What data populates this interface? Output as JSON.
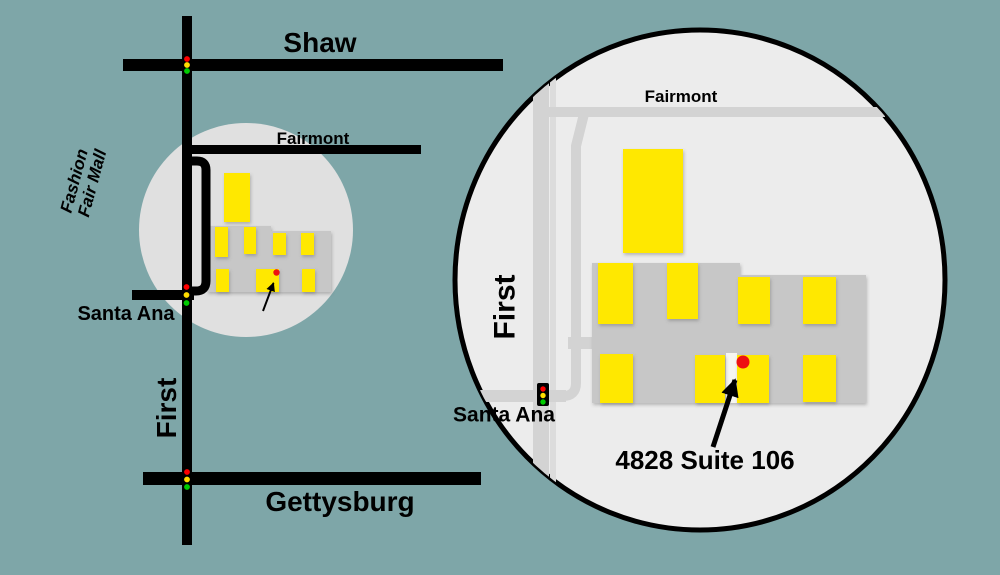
{
  "colors": {
    "background": "#7ea6a8",
    "road_black": "#000000",
    "overview_circle_gray": "#e0e0e0",
    "detail_circle_fill": "#ececec",
    "street_gray": "#d3d3d3",
    "street_gray_light": "#dcdcdc",
    "mall_pad_gray": "#c7c7c7",
    "building_yellow": "#ffe800",
    "walkway_white": "#f6f6f1",
    "destination_red": "#ee1111",
    "signal_red": "#ff0000",
    "signal_yellow": "#ffdd00",
    "signal_green": "#00cc00"
  },
  "overview_map": {
    "streets": {
      "shaw": "Shaw",
      "fairmont": "Fairmont",
      "santa_ana": "Santa Ana",
      "first": "First",
      "gettysburg": "Gettysburg"
    },
    "mall": {
      "line1": "Fashion",
      "line2": "Fair Mall"
    }
  },
  "detail_map": {
    "streets": {
      "fairmont": "Fairmont",
      "first": "First",
      "santa_ana": "Santa Ana"
    },
    "destination": "4828 Suite 106"
  }
}
